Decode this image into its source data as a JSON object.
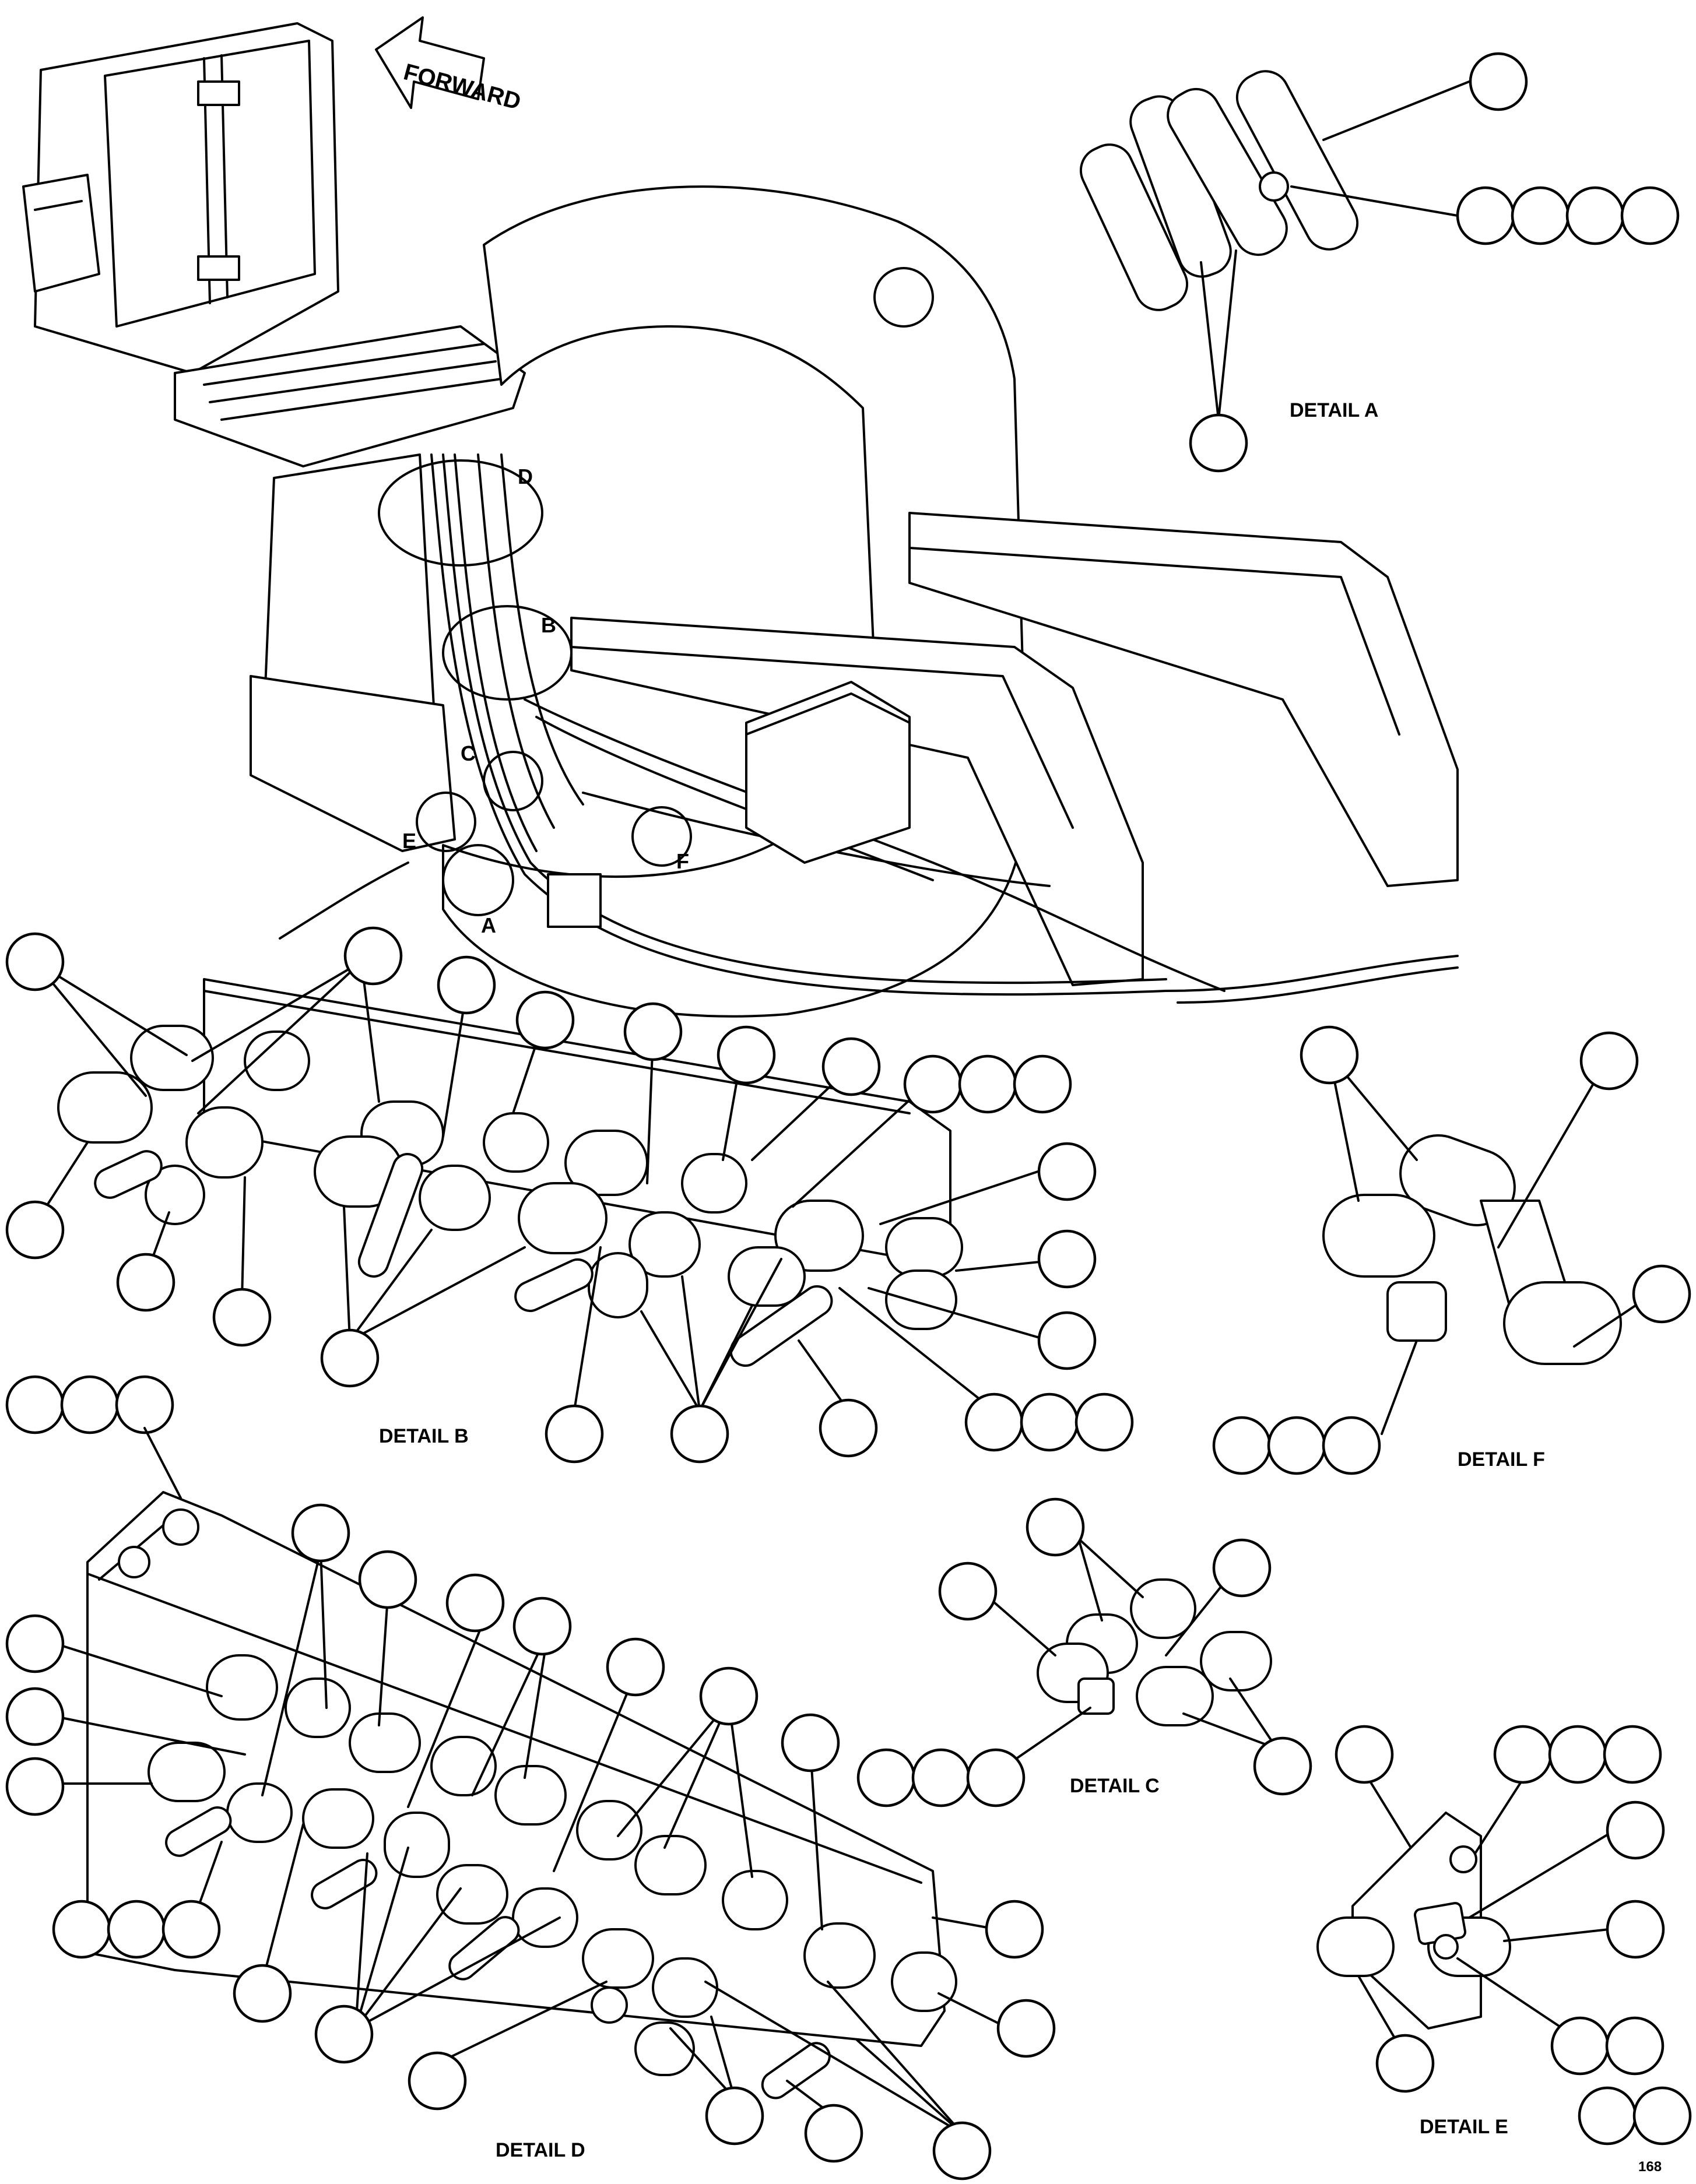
{
  "forward_label": "FORWARD",
  "detail_labels": {
    "a": "DETAIL A",
    "b": "DETAIL B",
    "c": "DETAIL C",
    "d": "DETAIL D",
    "e": "DETAIL E",
    "f": "DETAIL F"
  },
  "callout_letters": [
    "D",
    "B",
    "C",
    "A",
    "E",
    "F"
  ],
  "page_number": "168"
}
